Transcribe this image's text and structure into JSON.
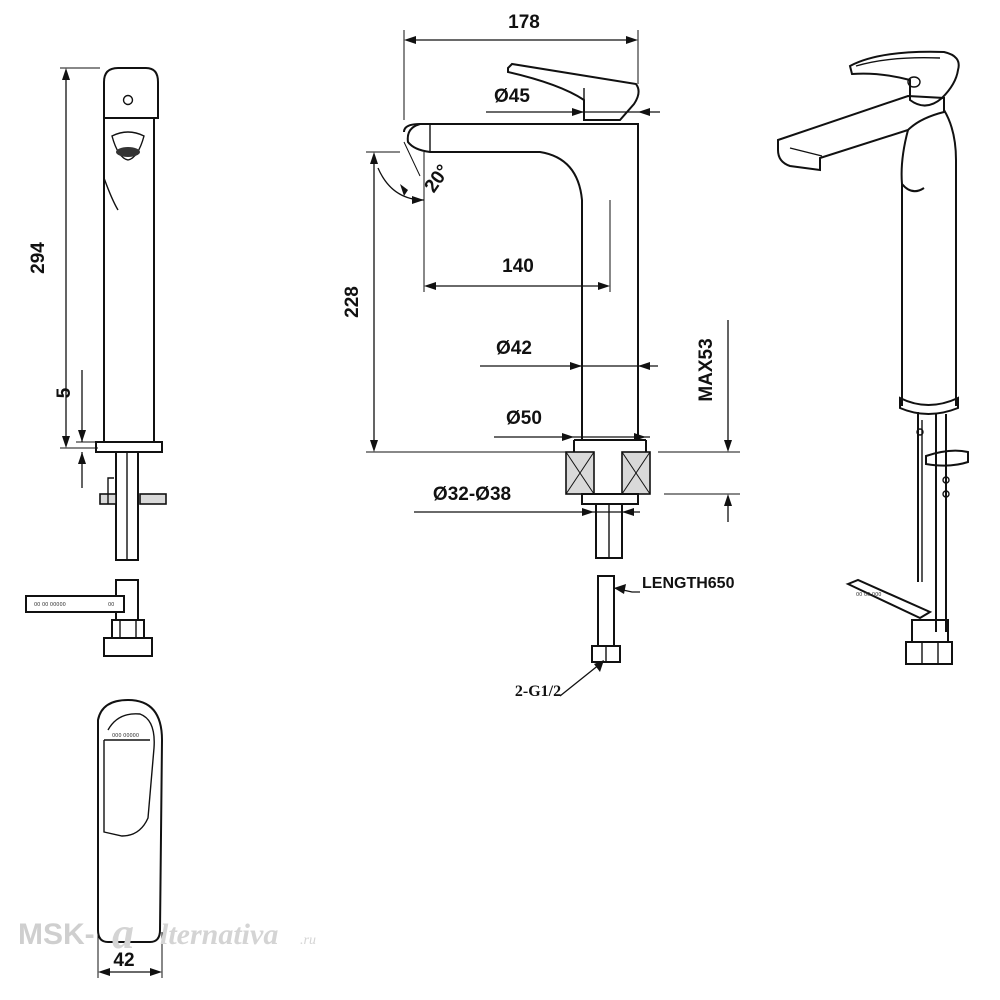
{
  "dimensions": {
    "side_height": "294",
    "side_gap": "5",
    "top_width": "42",
    "overall_length": "178",
    "lever_diameter": "Ø45",
    "spout_angle": "20°",
    "total_height": "228",
    "spout_reach": "140",
    "body_diameter": "Ø42",
    "max_thickness": "MAX53",
    "base_diameter": "Ø50",
    "hole_diameter": "Ø32-Ø38",
    "hose_length": "LENGTH650",
    "thread": "2-G1/2"
  },
  "watermark": {
    "prefix": "MSK-",
    "letter": "a",
    "name": "lternativa",
    "tld": ".ru"
  },
  "colors": {
    "line": "#111111",
    "watermark": "#cfcfcf"
  }
}
